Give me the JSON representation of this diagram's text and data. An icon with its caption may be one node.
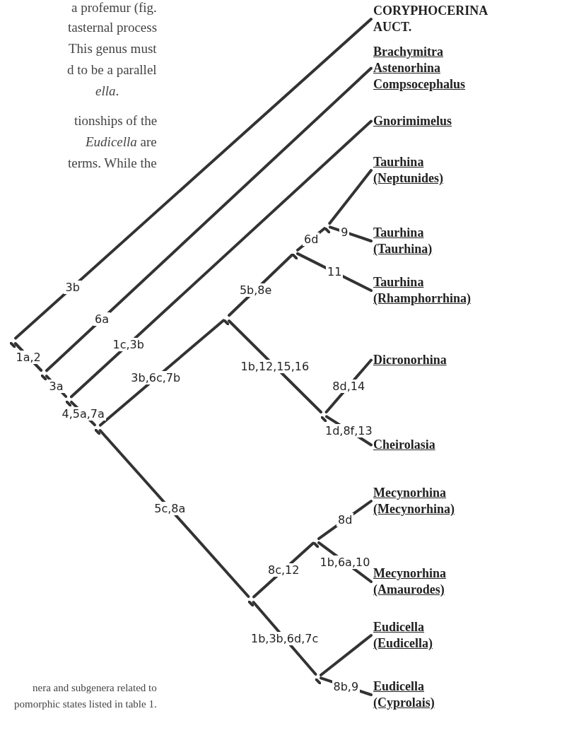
{
  "diagram": {
    "nodes": [
      {
        "text": [
          "CORYPHOCERINA AUCT."
        ]
      },
      {
        "text": [
          "Brachymitra",
          "Astenorhina",
          "Compsocephalus"
        ]
      },
      {
        "text": [
          "Gnorimimelus"
        ]
      },
      {
        "text": [
          "Taurhina (Neptunides)"
        ]
      },
      {
        "text": [
          "Taurhina (Taurhina)"
        ]
      },
      {
        "text": [
          "Taurhina (Rhamphorrhina)"
        ]
      },
      {
        "text": [
          "Dicronorhina"
        ]
      },
      {
        "text": [
          "Cheirolasia"
        ]
      },
      {
        "text": [
          "Mecynorhina (Mecynorhina)"
        ]
      },
      {
        "text": [
          "Mecynorhina (Amaurodes)"
        ]
      },
      {
        "text": [
          "Eudicella (Eudicella)"
        ]
      },
      {
        "text": [
          "Eudicella (Cyprolais)"
        ]
      },
      {
        "text": [],
        "shape": "bar"
      },
      {
        "text": [],
        "shape": "bar"
      },
      {
        "text": [],
        "shape": "bar"
      },
      {
        "text": [],
        "shape": "bar"
      },
      {
        "text": [],
        "shape": "bar"
      },
      {
        "text": [],
        "shape": "bar"
      },
      {
        "text": [],
        "shape": "bar"
      },
      {
        "text": [],
        "shape": "bar"
      },
      {
        "text": [],
        "shape": "bar"
      },
      {
        "text": [],
        "shape": "bar"
      },
      {
        "text": [],
        "shape": "bar"
      }
    ],
    "edges": [
      {
        "from": 12,
        "to": 0,
        "arrow": "none",
        "label": "3b"
      },
      {
        "from": 12,
        "to": 13,
        "arrow": "none",
        "label": "1a,2"
      },
      {
        "from": 13,
        "to": 1,
        "arrow": "none",
        "label": "6a"
      },
      {
        "from": 13,
        "to": 14,
        "arrow": "none",
        "label": "3a"
      },
      {
        "from": 14,
        "to": 2,
        "arrow": "none",
        "label": "1c,3b"
      },
      {
        "from": 14,
        "to": 15,
        "arrow": "none",
        "label": "4,5a,7a"
      },
      {
        "from": 15,
        "to": 16,
        "arrow": "none",
        "label": "3b,6c,7b"
      },
      {
        "from": 15,
        "to": 17,
        "arrow": "none",
        "label": "5c,8a"
      },
      {
        "from": 16,
        "to": 18,
        "arrow": "none",
        "label": "5b,8e"
      },
      {
        "from": 16,
        "to": 21,
        "arrow": "none",
        "label": "1b,12,15,16"
      },
      {
        "from": 18,
        "to": 22,
        "arrow": "none",
        "label": "6d"
      },
      {
        "from": 18,
        "to": 5,
        "arrow": "none",
        "label": "11"
      },
      {
        "from": 22,
        "to": 3,
        "arrow": "none"
      },
      {
        "from": 22,
        "to": 4,
        "arrow": "none",
        "label": "9"
      },
      {
        "from": 21,
        "to": 6,
        "arrow": "none",
        "label": "8d,14"
      },
      {
        "from": 21,
        "to": 7,
        "arrow": "none",
        "label": "1d,8f,13"
      },
      {
        "from": 17,
        "to": 19,
        "arrow": "none",
        "label": "8c,12"
      },
      {
        "from": 17,
        "to": 20,
        "arrow": "none",
        "label": "1b,3b,6d,7c"
      },
      {
        "from": 19,
        "to": 8,
        "arrow": "none",
        "label": "8d"
      },
      {
        "from": 19,
        "to": 9,
        "arrow": "none",
        "label": "1b,6a,10"
      },
      {
        "from": 20,
        "to": 10,
        "arrow": "none"
      },
      {
        "from": 20,
        "to": 11,
        "arrow": "none",
        "label": "8b,9"
      }
    ],
    "labels": [
      "a profemur (fig.",
      "tasternal process",
      "This genus must",
      "d to be a parallel",
      "*ella*.",
      "tionships of the",
      "*Eudicella* are",
      "terms. While the",
      "nera and subgenera related to",
      "pomorphic states listed in table 1."
    ]
  }
}
